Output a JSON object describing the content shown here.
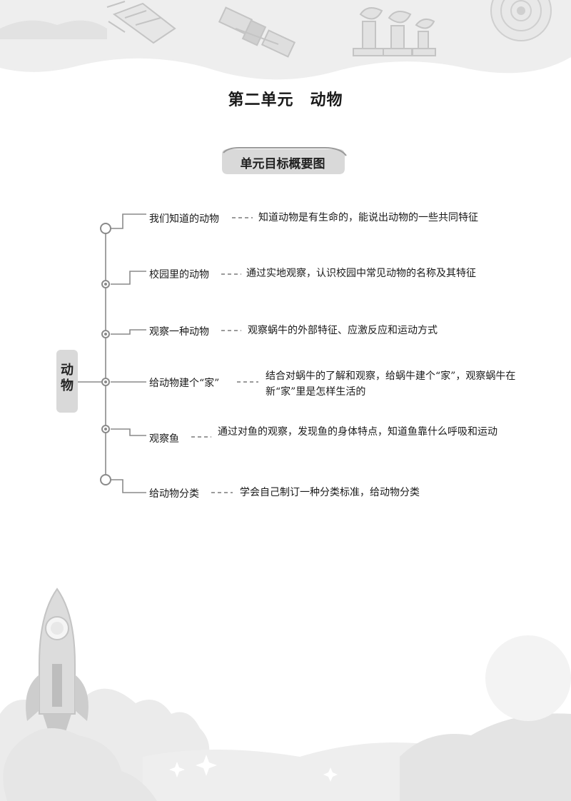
{
  "title": "第二单元　动物",
  "section_tag": "单元目标概要图",
  "root": "动物",
  "branches": [
    {
      "topic": "我们知道的动物",
      "description": "知道动物是有生命的，能说出动物的一些共同特征"
    },
    {
      "topic": "校园里的动物",
      "description": "通过实地观察，认识校园中常见动物的名称及其特征"
    },
    {
      "topic": "观察一种动物",
      "description": "观察蜗牛的外部特征、应激反应和运动方式"
    },
    {
      "topic": "给动物建个“家”",
      "description": "结合对蜗牛的了解和观察，给蜗牛建个“家”，观察蜗牛在新“家”里是怎样生活的"
    },
    {
      "topic": "观察鱼",
      "description": "通过对鱼的观察，发现鱼的身体特点，知道鱼靠什么呼吸和运动"
    },
    {
      "topic": "给动物分类",
      "description": "学会自己制订一种分类标准，给动物分类"
    }
  ]
}
